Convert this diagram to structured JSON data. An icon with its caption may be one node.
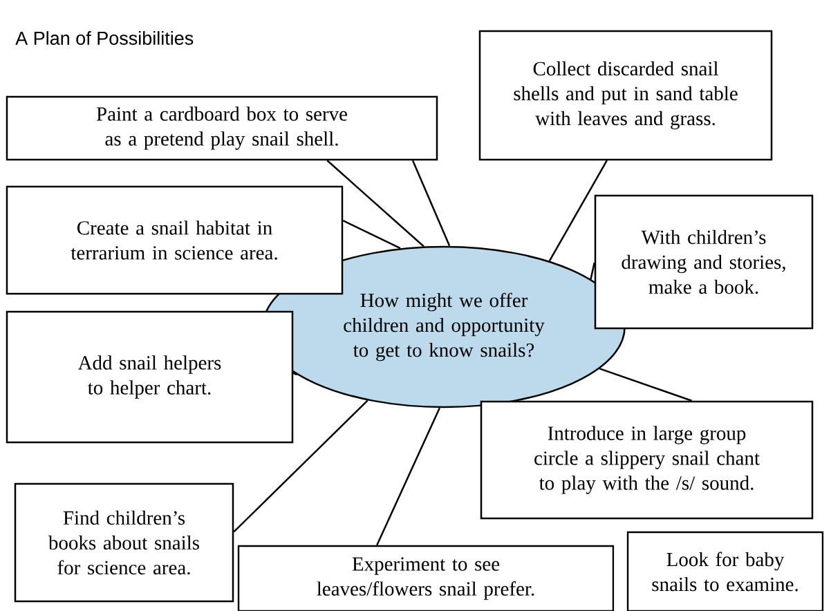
{
  "diagram": {
    "title": "A Plan of Possibilities",
    "nodes": [
      {
        "text": [
          "How might we offer children and opportunity to get to know snails?"
        ]
      },
      {
        "text": [
          "Paint a cardboard box to serve as a pretend play snail shell."
        ]
      },
      {
        "text": [
          "Collect discarded snail shells and put in sand table with leaves and grass."
        ]
      },
      {
        "text": [
          "Create a snail habitat in terrarium in science area."
        ]
      },
      {
        "text": [
          "With children’s drawing and stories, make a book."
        ]
      },
      {
        "text": [
          "Add snail helpers to helper chart."
        ]
      },
      {
        "text": [
          "Introduce in large group circle a slippery snail chant to play with the /s/ sound."
        ]
      },
      {
        "text": [
          "Find children’s books about snails for science area."
        ]
      },
      {
        "text": [
          "Experiment to see leaves/flowers snail prefer."
        ]
      },
      {
        "text": [
          "Look for baby snails to examine."
        ]
      }
    ],
    "edges": [
      {
        "from": 0,
        "to": 1,
        "arrow": "none"
      },
      {
        "from": 0,
        "to": 1,
        "arrow": "none"
      },
      {
        "from": 0,
        "to": 2,
        "arrow": "none"
      },
      {
        "from": 0,
        "to": 3,
        "arrow": "none"
      },
      {
        "from": 0,
        "to": 4,
        "arrow": "none"
      },
      {
        "from": 0,
        "to": 5,
        "arrow": "none"
      },
      {
        "from": 0,
        "to": 6,
        "arrow": "none"
      },
      {
        "from": 0,
        "to": 7,
        "arrow": "none"
      },
      {
        "from": 0,
        "to": 8,
        "arrow": "none"
      }
    ]
  }
}
